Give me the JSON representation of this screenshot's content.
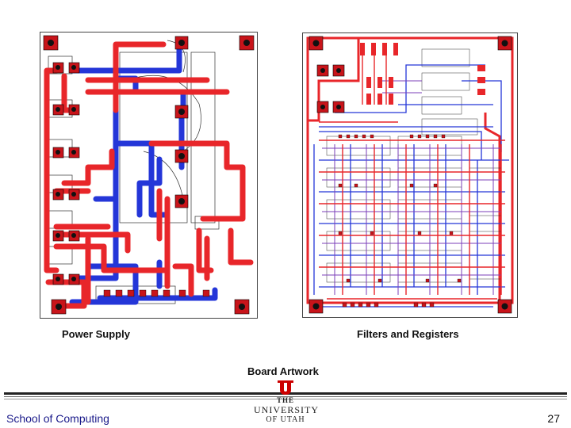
{
  "captions": {
    "left": "Power Supply",
    "right": "Filters and Registers",
    "center": "Board Artwork"
  },
  "footer": {
    "org": "School of Computing",
    "page_number": "27"
  },
  "logo": {
    "line1": "THE",
    "line2": "UNIVERSITY",
    "line3": "OF UTAH"
  },
  "colors": {
    "trace_top": "#e8262a",
    "trace_bottom": "#2436d8",
    "pad": "#c8141a",
    "drill": "#111111",
    "brand": "#cc0000"
  },
  "icons": [
    "university-of-utah-logo"
  ]
}
